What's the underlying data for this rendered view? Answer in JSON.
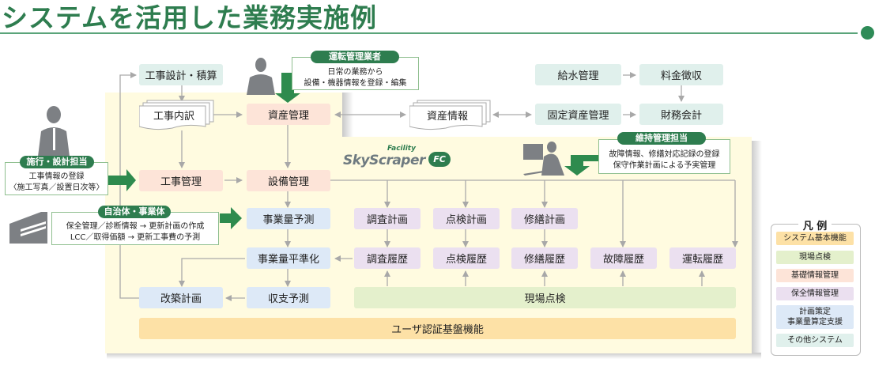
{
  "title": "システムを活用した業務実施例",
  "logo": {
    "facility": "Facility",
    "name": "SkyScraper",
    "badge": "FC"
  },
  "boxes": {
    "koji_sekkei": "工事設計・積算",
    "koji_uchiwake": "工事内訳",
    "shisan_kanri": "資産管理",
    "shisan_joho": "資産情報",
    "kyusui_kanri": "給水管理",
    "ryokin_choshu": "料金徴収",
    "kotei_shisan": "固定資産管理",
    "zaimu_kaikei": "財務会計",
    "koji_kanri": "工事管理",
    "setsubi_kanri": "設備管理",
    "jigyoryo_yosoku": "事業量予測",
    "jigyoryo_heijunka": "事業量平準化",
    "kaichiku_keikaku": "改築計画",
    "shushi_yosoku": "収支予測",
    "chosa_keikaku": "調査計画",
    "tenken_keikaku": "点検計画",
    "shuzen_keikaku": "修繕計画",
    "chosa_rireki": "調査履歴",
    "tenken_rireki": "点検履歴",
    "shuzen_rireki": "修繕履歴",
    "kosho_rireki": "故障履歴",
    "unten_rireki": "運転履歴",
    "genba_tenken": "現場点検",
    "user_auth": "ユーザ認証基盤機能"
  },
  "actors": {
    "operator": {
      "label": "運転管理業者",
      "line1": "日常の業務から",
      "line2": "設備・機器情報を登録・編集"
    },
    "maintenance": {
      "label": "維持管理担当",
      "line1": "故障情報、修繕対応記録の登録",
      "line2": "保守作業計画による予実管理"
    },
    "construction": {
      "label": "施行・設計担当",
      "line1": "工事情報の登録",
      "line2": "〈施工写真／設置日次等〉"
    },
    "municipality": {
      "label": "自治体・事業体",
      "line1": "保全管理／診断情報 → 更新計画の作成",
      "line2": "LCC／取得価額 → 更新工事費の予測"
    }
  },
  "legend": {
    "title": "凡 例",
    "items": [
      {
        "label": "システム基本機能",
        "color": "#fde1a6"
      },
      {
        "label": "現場点検",
        "color": "#e4f0cc"
      },
      {
        "label": "基礎情報管理",
        "color": "#fde4d8"
      },
      {
        "label": "保全情報管理",
        "color": "#ebe0f0"
      },
      {
        "label": "計画策定",
        "label2": "事業量算定支援",
        "color": "#dde9f7"
      },
      {
        "label": "その他システム",
        "color": "#e0f0ec"
      }
    ]
  },
  "colors": {
    "accent": "#2e7d4f",
    "panel": "#fffbe0",
    "line": "#aaaaaa"
  }
}
